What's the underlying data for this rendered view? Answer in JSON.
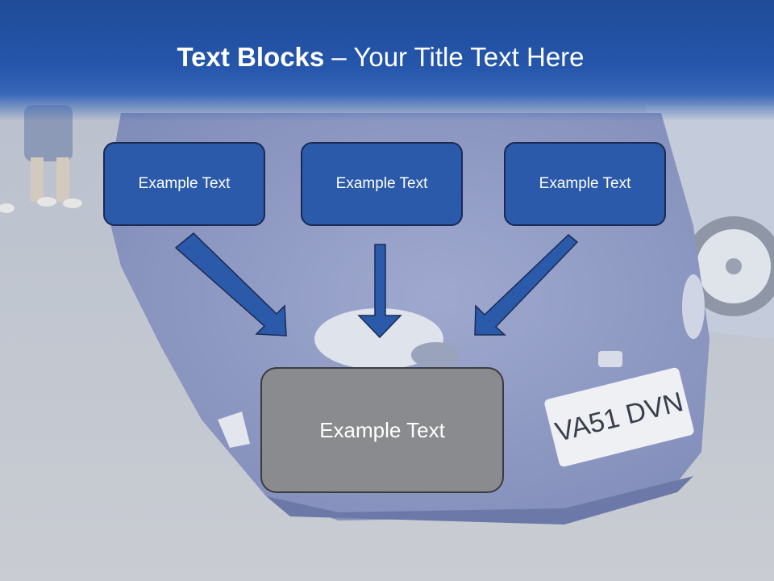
{
  "title": {
    "bold": "Text Blocks",
    "separator": " – ",
    "rest": "Your Title Text Here"
  },
  "boxes": {
    "top_left": "Example Text",
    "top_middle": "Example Text",
    "top_right": "Example Text",
    "center": "Example Text"
  },
  "background_photo": {
    "license_plate": "VA51 DVN"
  },
  "colors": {
    "header": "#2556ab",
    "box_fill": "#2a5aa9",
    "center_box_fill": "#898b8e",
    "arrow_fill": "#2a5aa9"
  }
}
